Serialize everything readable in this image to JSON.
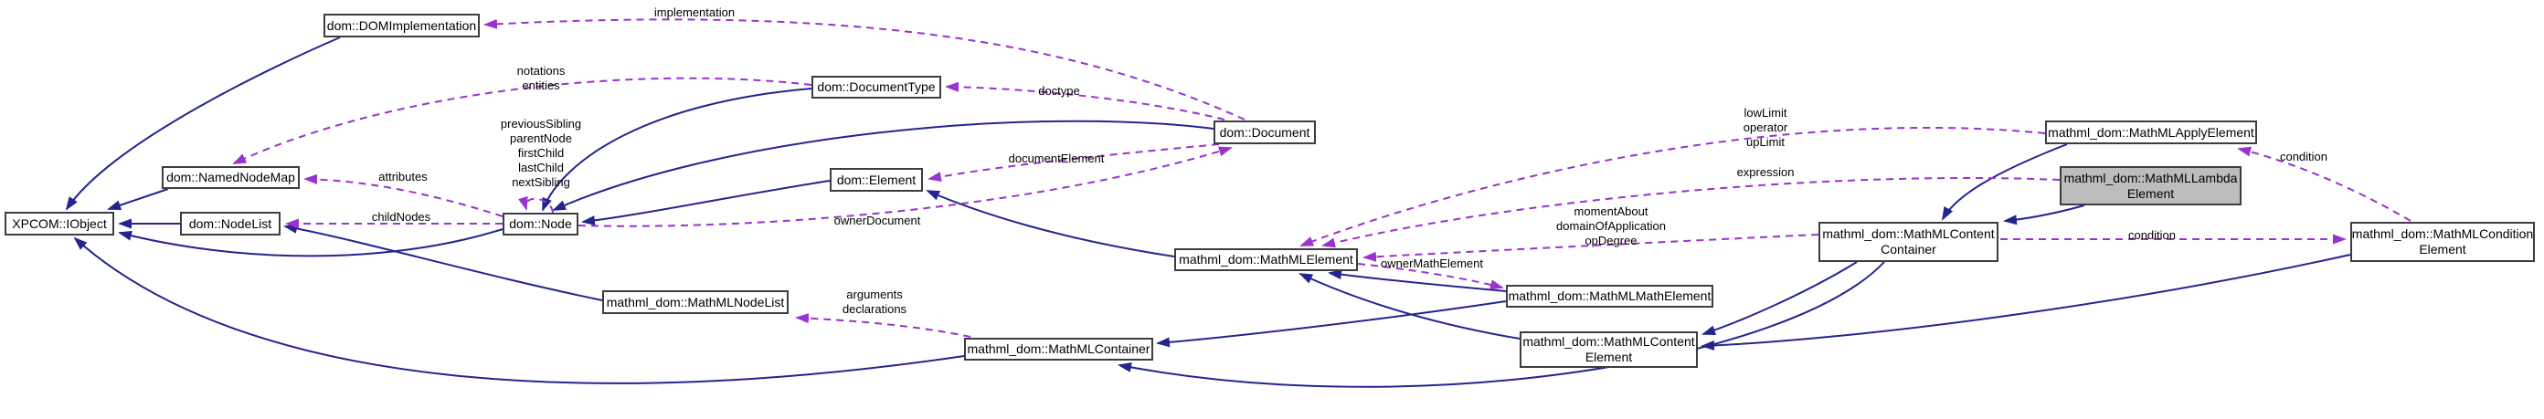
{
  "diagram": {
    "kind": "doxygen-collaboration-graph",
    "highlighted_class": "mathml_dom::MathMLLambdaElement",
    "colors": {
      "inheritance_edge": "#24248f",
      "usage_edge": "#9a32cd",
      "box_border": "#3d3d3d",
      "box_fill": "#ffffff",
      "highlight_fill": "#bdbdbd",
      "text": "#000000",
      "background": "#ffffff"
    }
  },
  "nodes": {
    "domimpl": {
      "line1": "dom::DOMImplementation"
    },
    "iobject": {
      "line1": "XPCOM::IObject"
    },
    "namednodemap": {
      "line1": "dom::NamedNodeMap"
    },
    "nodelist": {
      "line1": "dom::NodeList"
    },
    "node": {
      "line1": "dom::Node"
    },
    "documenttype": {
      "line1": "dom::DocumentType"
    },
    "element": {
      "line1": "dom::Element"
    },
    "document": {
      "line1": "dom::Document"
    },
    "mathmlelement": {
      "line1": "mathml_dom::MathMLElement"
    },
    "mathmlnodelist": {
      "line1": "mathml_dom::MathMLNodeList"
    },
    "mathmlcontainer": {
      "line1": "mathml_dom::MathMLContainer"
    },
    "mathmlmathelement": {
      "line1": "mathml_dom::MathMLMathElement"
    },
    "mathmlcontentelement": {
      "line1": "mathml_dom::MathMLContent",
      "line2": "Element"
    },
    "mathmlcontentcontainer": {
      "line1": "mathml_dom::MathMLContent",
      "line2": "Container"
    },
    "mathmlapplyelement": {
      "line1": "mathml_dom::MathMLApplyElement"
    },
    "mathmllambdaelement": {
      "line1": "mathml_dom::MathMLLambda",
      "line2": "Element"
    },
    "mathmlconditionelement": {
      "line1": "mathml_dom::MathMLCondition",
      "line2": "Element"
    }
  },
  "edge_labels": {
    "implementation": "implementation",
    "notations": "notations",
    "entities": "entities",
    "previousSibling": "previousSibling",
    "parentNode": "parentNode",
    "firstChild": "firstChild",
    "lastChild": "lastChild",
    "nextSibling": "nextSibling",
    "attributes": "attributes",
    "childNodes": "childNodes",
    "doctype": "doctype",
    "documentElement": "documentElement",
    "ownerDocument": "ownerDocument",
    "ownerMathElement": "ownerMathElement",
    "momentAbout": "momentAbout",
    "domainOfApplication": "domainOfApplication",
    "opDegree": "opDegree",
    "lowLimit": "lowLimit",
    "operator": "operator",
    "upLimit": "upLimit",
    "expression": "expression",
    "condition_apply": "condition",
    "condition_content": "condition",
    "arguments": "arguments",
    "declarations": "declarations"
  }
}
